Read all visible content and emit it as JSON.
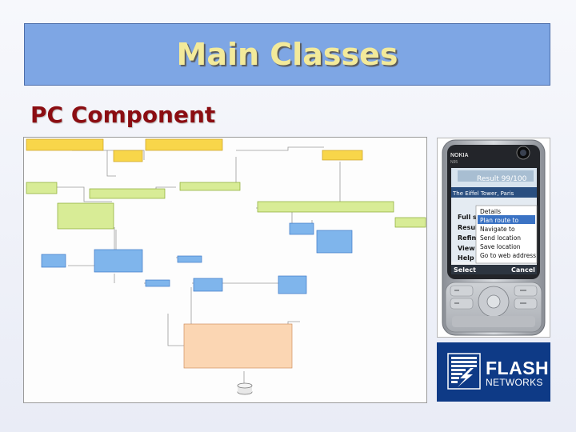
{
  "slide": {
    "title": "Main Classes",
    "subtitle": "PC Component"
  },
  "phone": {
    "brand": "NOKIA",
    "model": "N95",
    "result_header": "Result 99/100",
    "list_item": "The Eiffel Tower, Paris",
    "menu_items_left": [
      "Full sc",
      "Result",
      "Refine",
      "View",
      "Help"
    ],
    "context_menu": [
      "Details",
      "Plan route to",
      "Navigate to",
      "Send location",
      "Save location",
      "Go to web address"
    ],
    "softkey_left": "Select",
    "softkey_right": "Cancel"
  },
  "logo": {
    "line1": "FLASH",
    "line2": "NETWORKS"
  }
}
